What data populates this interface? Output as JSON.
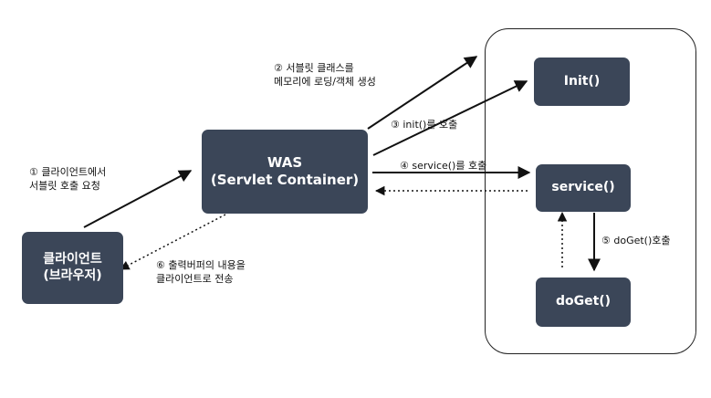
{
  "boxes": {
    "client": {
      "line1": "클라이언트",
      "line2": "(브라우저)"
    },
    "was": {
      "line1": "WAS",
      "line2": "(Servlet Container)"
    },
    "init": {
      "label": "Init()"
    },
    "service": {
      "label": "service()"
    },
    "doget": {
      "label": "doGet()"
    }
  },
  "steps": {
    "s1": {
      "line1": "① 클라이언트에서",
      "line2": "서블릿 호출 요청"
    },
    "s2": {
      "line1": "② 서블릿 클래스를",
      "line2": "메모리에 로딩/객체 생성"
    },
    "s3": {
      "line1": "③ init()를 호출"
    },
    "s4": {
      "line1": "④ service()를 호출"
    },
    "s5": {
      "line1": "⑤ doGet()호출"
    },
    "s6": {
      "line1": "⑥ 출력버퍼의 내용을",
      "line2": "클라이언트로 전송"
    }
  },
  "colors": {
    "box": "#3b4658",
    "arrow": "#111111",
    "frame": "#222222"
  }
}
